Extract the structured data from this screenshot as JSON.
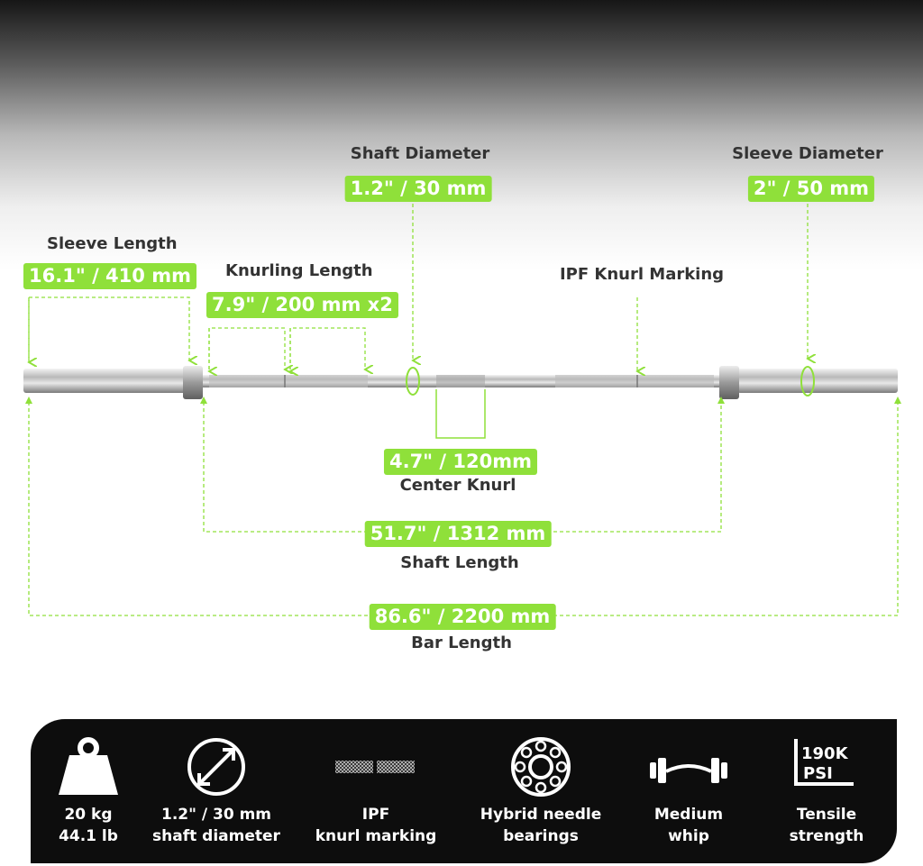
{
  "labels": {
    "shaft_diameter": "Shaft Diameter",
    "sleeve_diameter": "Sleeve Diameter",
    "sleeve_length": "Sleeve Length",
    "knurling_length": "Knurling Length",
    "ipf_knurl_marking": "IPF Knurl Marking",
    "center_knurl": "Center Knurl",
    "shaft_length": "Shaft Length",
    "bar_length": "Bar Length"
  },
  "values": {
    "shaft_diameter": "1.2\" / 30 mm",
    "sleeve_diameter": "2\" / 50 mm",
    "sleeve_length": "16.1\" / 410 mm",
    "knurling_length": "7.9\" / 200 mm  x2",
    "center_knurl": "4.7\" / 120mm",
    "shaft_length": "51.7\" / 1312 mm",
    "bar_length": "86.6\" / 2200 mm"
  },
  "colors": {
    "accent": "#8fe03a",
    "panel": "#0d0d0d",
    "text": "#333333"
  },
  "features": [
    {
      "icon": "weight-icon",
      "line1": "20 kg",
      "line2": "44.1 lb"
    },
    {
      "icon": "diameter-icon",
      "line1": "1.2\" / 30 mm",
      "line2": "shaft diameter"
    },
    {
      "icon": "knurl-marking-icon",
      "line1": "IPF",
      "line2": "knurl marking"
    },
    {
      "icon": "bearing-icon",
      "line1": "Hybrid needle",
      "line2": "bearings"
    },
    {
      "icon": "whip-icon",
      "line1": "Medium",
      "line2": "whip"
    },
    {
      "icon": "psi-icon",
      "line1": "Tensile",
      "line2": "strength",
      "badge_top": "190K",
      "badge_bottom": "PSI"
    }
  ]
}
